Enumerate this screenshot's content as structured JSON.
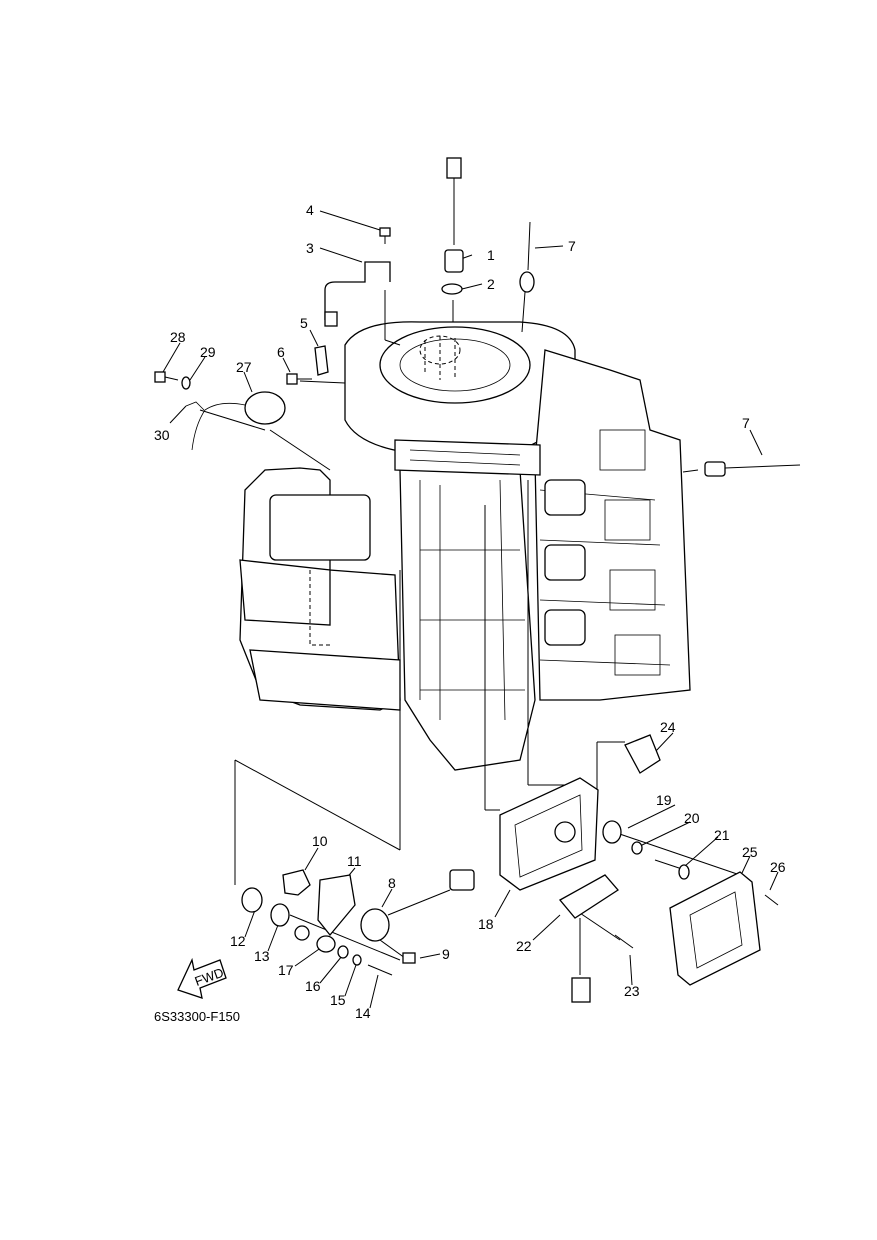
{
  "figure_code": "6S33300-F150",
  "fwd_label": "FWD",
  "callouts": [
    "1",
    "2",
    "3",
    "4",
    "5",
    "6",
    "7",
    "7",
    "8",
    "9",
    "10",
    "11",
    "12",
    "13",
    "14",
    "15",
    "16",
    "17",
    "18",
    "19",
    "20",
    "21",
    "22",
    "23",
    "24",
    "25",
    "26",
    "27",
    "28",
    "29",
    "30"
  ]
}
